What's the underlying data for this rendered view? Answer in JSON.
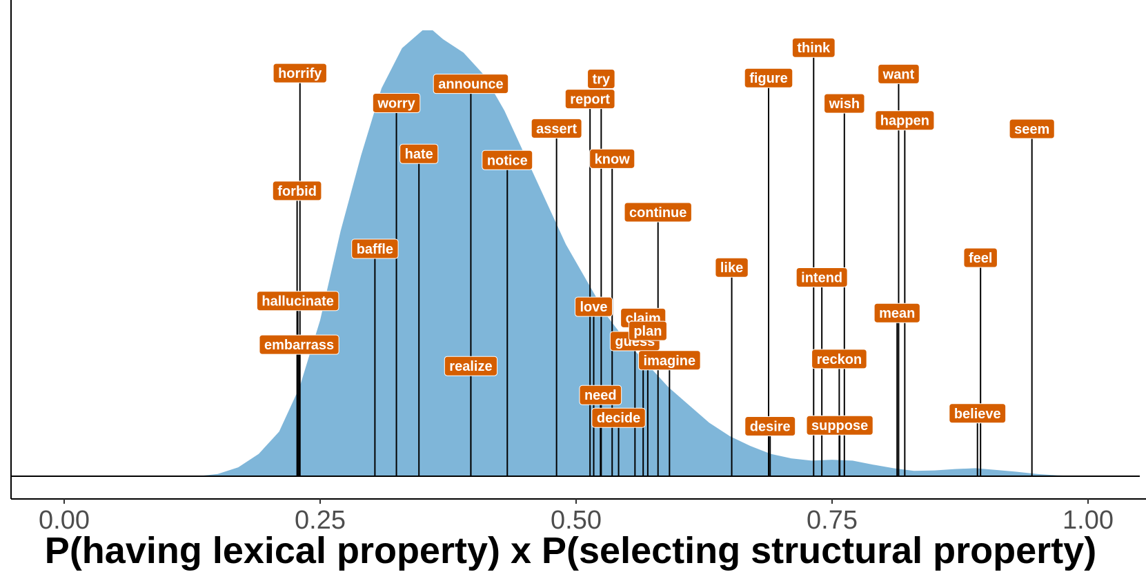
{
  "colors": {
    "density_fill": "#7fb6d9",
    "label_fill": "#d55e00",
    "label_text": "#ffffff",
    "line": "#000000"
  },
  "chart_data": {
    "type": "area",
    "xlabel": "P(having lexical property) x P(selecting structural property)",
    "ylabel": "",
    "xlim": [
      -0.05,
      1.05
    ],
    "ylim": [
      0,
      1
    ],
    "x_ticks": [
      0.0,
      0.25,
      0.5,
      0.75,
      1.0
    ],
    "x_tick_labels": [
      "0.00",
      "0.25",
      "0.50",
      "0.75",
      "1.00"
    ],
    "grid": false,
    "density": {
      "x": [
        0.13,
        0.15,
        0.17,
        0.19,
        0.21,
        0.23,
        0.25,
        0.27,
        0.29,
        0.31,
        0.33,
        0.35,
        0.36,
        0.37,
        0.39,
        0.41,
        0.43,
        0.45,
        0.47,
        0.49,
        0.51,
        0.53,
        0.55,
        0.57,
        0.59,
        0.61,
        0.63,
        0.65,
        0.67,
        0.69,
        0.71,
        0.73,
        0.75,
        0.77,
        0.79,
        0.81,
        0.83,
        0.85,
        0.87,
        0.89,
        0.91,
        0.93,
        0.95,
        0.97,
        1.0
      ],
      "y": [
        0.0,
        0.005,
        0.02,
        0.05,
        0.1,
        0.2,
        0.35,
        0.55,
        0.72,
        0.87,
        0.96,
        1.0,
        1.0,
        0.98,
        0.95,
        0.9,
        0.82,
        0.72,
        0.62,
        0.52,
        0.44,
        0.36,
        0.3,
        0.25,
        0.2,
        0.16,
        0.12,
        0.09,
        0.068,
        0.05,
        0.04,
        0.035,
        0.037,
        0.035,
        0.026,
        0.018,
        0.012,
        0.013,
        0.016,
        0.018,
        0.014,
        0.01,
        0.005,
        0.002,
        0.0
      ]
    },
    "verbs": [
      {
        "label": "horrify",
        "x": 0.2303,
        "y": 0.904
      },
      {
        "label": "forbid",
        "x": 0.2275,
        "y": 0.64
      },
      {
        "label": "hallucinate",
        "x": 0.2282,
        "y": 0.393
      },
      {
        "label": "embarrass",
        "x": 0.2295,
        "y": 0.295
      },
      {
        "label": "baffle",
        "x": 0.3035,
        "y": 0.51
      },
      {
        "label": "worry",
        "x": 0.3245,
        "y": 0.837
      },
      {
        "label": "hate",
        "x": 0.3465,
        "y": 0.723
      },
      {
        "label": "announce",
        "x": 0.3972,
        "y": 0.88
      },
      {
        "label": "realize",
        "x": 0.3972,
        "y": 0.247
      },
      {
        "label": "notice",
        "x": 0.4328,
        "y": 0.709
      },
      {
        "label": "assert",
        "x": 0.4809,
        "y": 0.78
      },
      {
        "label": "try",
        "x": 0.5245,
        "y": 0.891
      },
      {
        "label": "report",
        "x": 0.5136,
        "y": 0.846
      },
      {
        "label": "know",
        "x": 0.5352,
        "y": 0.712
      },
      {
        "label": "love",
        "x": 0.5172,
        "y": 0.38
      },
      {
        "label": "need",
        "x": 0.5238,
        "y": 0.182
      },
      {
        "label": "decide",
        "x": 0.5415,
        "y": 0.131
      },
      {
        "label": "claim",
        "x": 0.5655,
        "y": 0.355
      },
      {
        "label": "guess",
        "x": 0.5575,
        "y": 0.303
      },
      {
        "label": "plan",
        "x": 0.57,
        "y": 0.326
      },
      {
        "label": "imagine",
        "x": 0.5912,
        "y": 0.26
      },
      {
        "label": "continue",
        "x": 0.58,
        "y": 0.592
      },
      {
        "label": "like",
        "x": 0.652,
        "y": 0.468
      },
      {
        "label": "figure",
        "x": 0.688,
        "y": 0.893
      },
      {
        "label": "desire",
        "x": 0.6895,
        "y": 0.112
      },
      {
        "label": "think",
        "x": 0.732,
        "y": 0.961
      },
      {
        "label": "intend",
        "x": 0.74,
        "y": 0.446
      },
      {
        "label": "reckon",
        "x": 0.757,
        "y": 0.263
      },
      {
        "label": "suppose",
        "x": 0.7575,
        "y": 0.114
      },
      {
        "label": "wish",
        "x": 0.762,
        "y": 0.836
      },
      {
        "label": "want",
        "x": 0.815,
        "y": 0.902
      },
      {
        "label": "happen",
        "x": 0.821,
        "y": 0.798
      },
      {
        "label": "mean",
        "x": 0.8135,
        "y": 0.366
      },
      {
        "label": "seem",
        "x": 0.9452,
        "y": 0.779
      },
      {
        "label": "feel",
        "x": 0.895,
        "y": 0.49
      },
      {
        "label": "believe",
        "x": 0.892,
        "y": 0.141
      }
    ]
  }
}
